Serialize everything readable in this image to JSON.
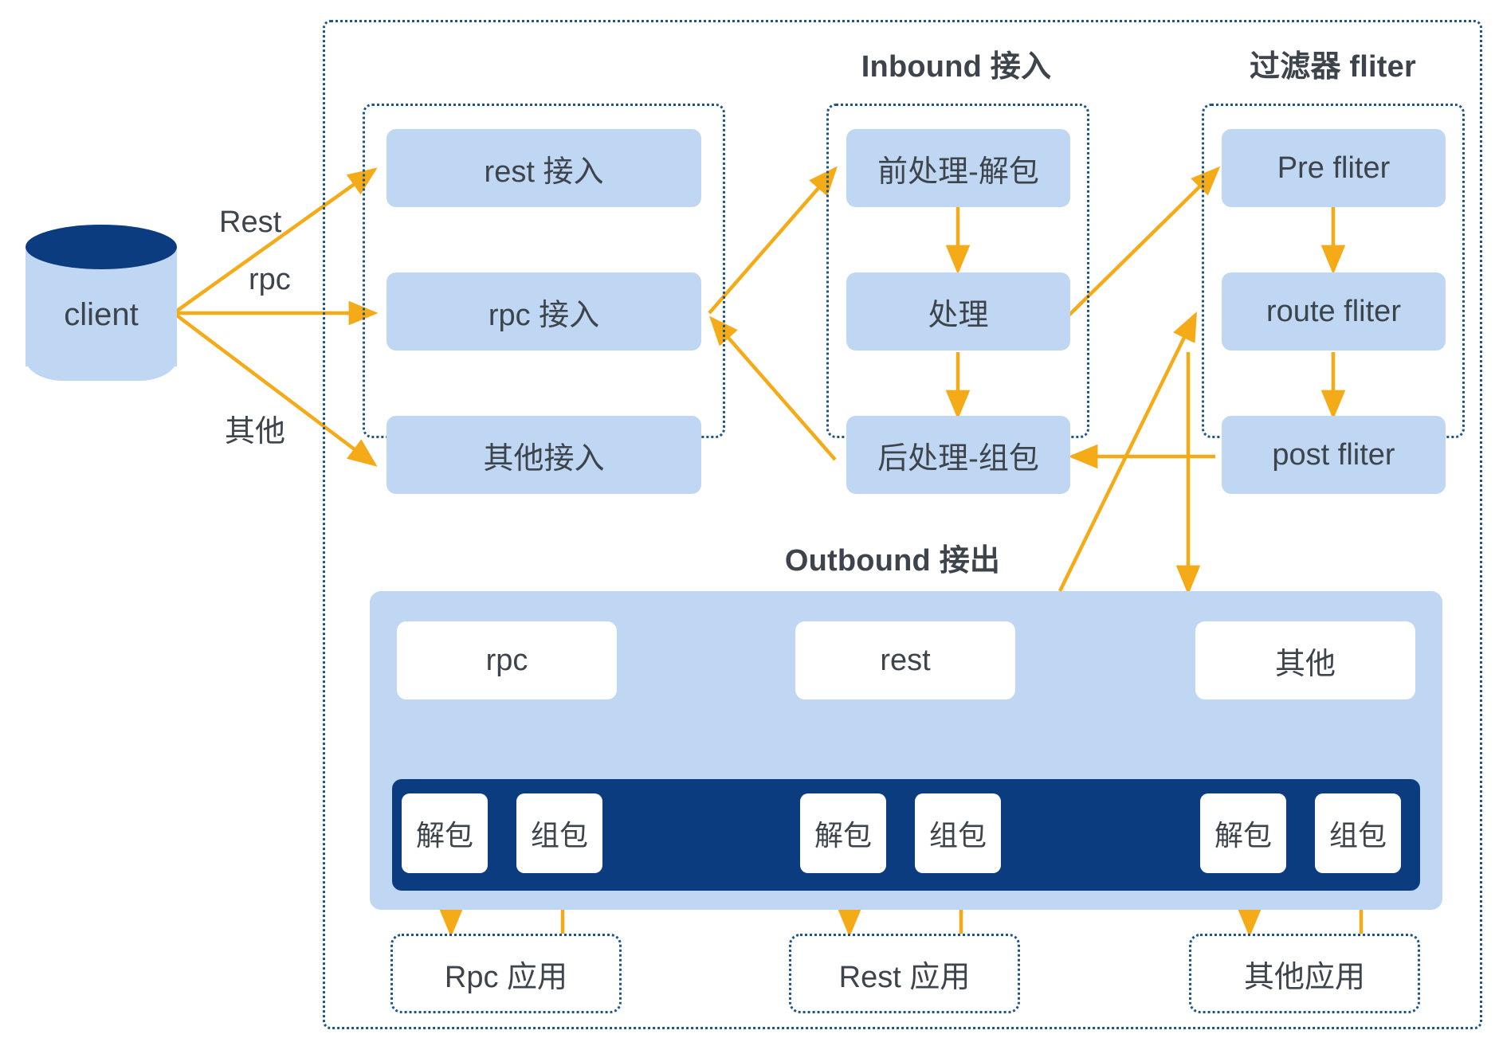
{
  "diagram": {
    "title_hidden": "",
    "accent_orange": "#f5ab18",
    "node_blue": "#bfd7f2",
    "navy": "#0b3c80",
    "text_gray": "#3d444b",
    "dotted_border": "#1f5585"
  },
  "client": {
    "label": "client"
  },
  "edge_labels": {
    "rest": "Rest",
    "rpc": "rpc",
    "other": "其他"
  },
  "groups": {
    "access": {
      "caption": "",
      "items": [
        {
          "label": "rest 接入"
        },
        {
          "label": "rpc 接入"
        },
        {
          "label": "其他接入"
        }
      ]
    },
    "inbound": {
      "caption": "Inbound 接入",
      "items": [
        {
          "label": "前处理-解包"
        },
        {
          "label": "处理"
        },
        {
          "label": "后处理-组包"
        }
      ]
    },
    "filter": {
      "caption": "过滤器 fliter",
      "items": [
        {
          "label": "Pre fliter"
        },
        {
          "label": "route fliter"
        },
        {
          "label": "post fliter"
        }
      ]
    },
    "outbound": {
      "caption": "Outbound 接出",
      "protocols": [
        {
          "label": "rpc",
          "decode": "解包",
          "encode": "组包",
          "app": "Rpc 应用"
        },
        {
          "label": "rest",
          "decode": "解包",
          "encode": "组包",
          "app": "Rest 应用"
        },
        {
          "label": "其他",
          "decode": "解包",
          "encode": "组包",
          "app": "其他应用"
        }
      ]
    }
  }
}
